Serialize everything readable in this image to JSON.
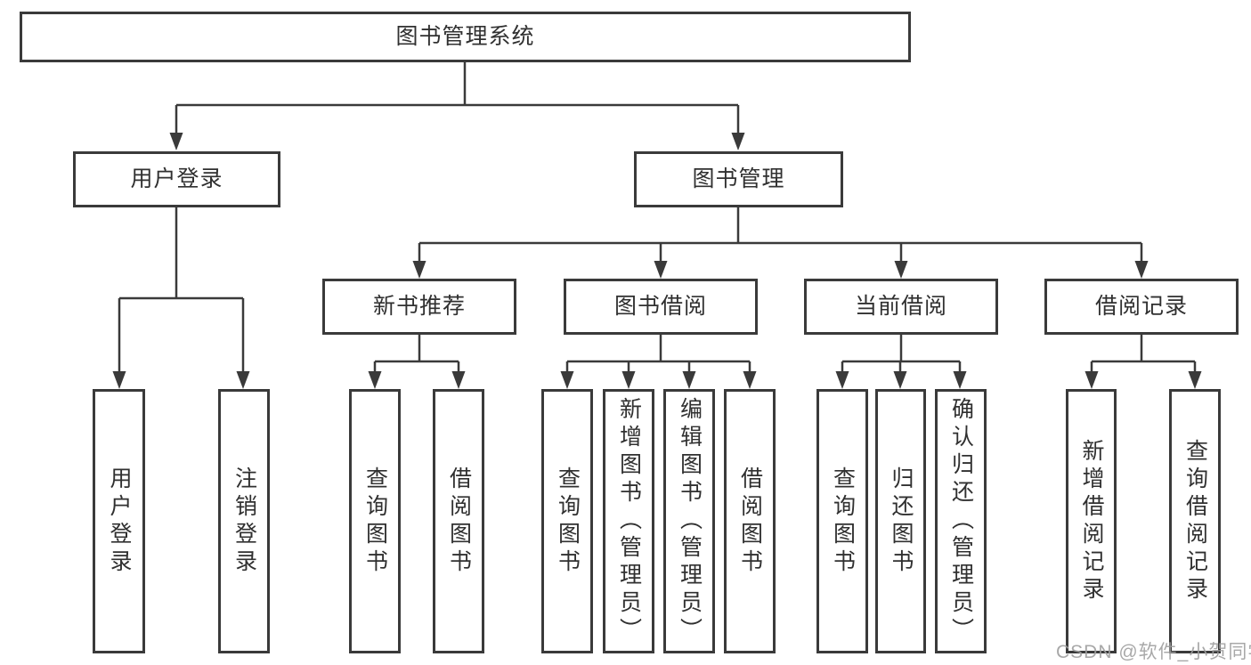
{
  "tree": {
    "label": "图书管理系统",
    "children": [
      {
        "label": "用户登录",
        "children": [
          {
            "label": "用户登录"
          },
          {
            "label": "注销登录"
          }
        ]
      },
      {
        "label": "图书管理",
        "children": [
          {
            "label": "新书推荐",
            "children": [
              {
                "label": "查询图书"
              },
              {
                "label": "借阅图书"
              }
            ]
          },
          {
            "label": "图书借阅",
            "children": [
              {
                "label": "查询图书"
              },
              {
                "label": "新增图书（管理员）"
              },
              {
                "label": "编辑图书（管理员）"
              },
              {
                "label": "借阅图书"
              }
            ]
          },
          {
            "label": "当前借阅",
            "children": [
              {
                "label": "查询图书"
              },
              {
                "label": "归还图书"
              },
              {
                "label": "确认归还（管理员）"
              }
            ]
          },
          {
            "label": "借阅记录",
            "children": [
              {
                "label": "新增借阅记录"
              },
              {
                "label": "查询借阅记录"
              }
            ]
          }
        ]
      }
    ]
  },
  "watermark": "CSDN @软件_小贺同学",
  "colors": {
    "line": "#3a3a3a",
    "text": "#303030",
    "watermark": "#9e9e9e"
  }
}
